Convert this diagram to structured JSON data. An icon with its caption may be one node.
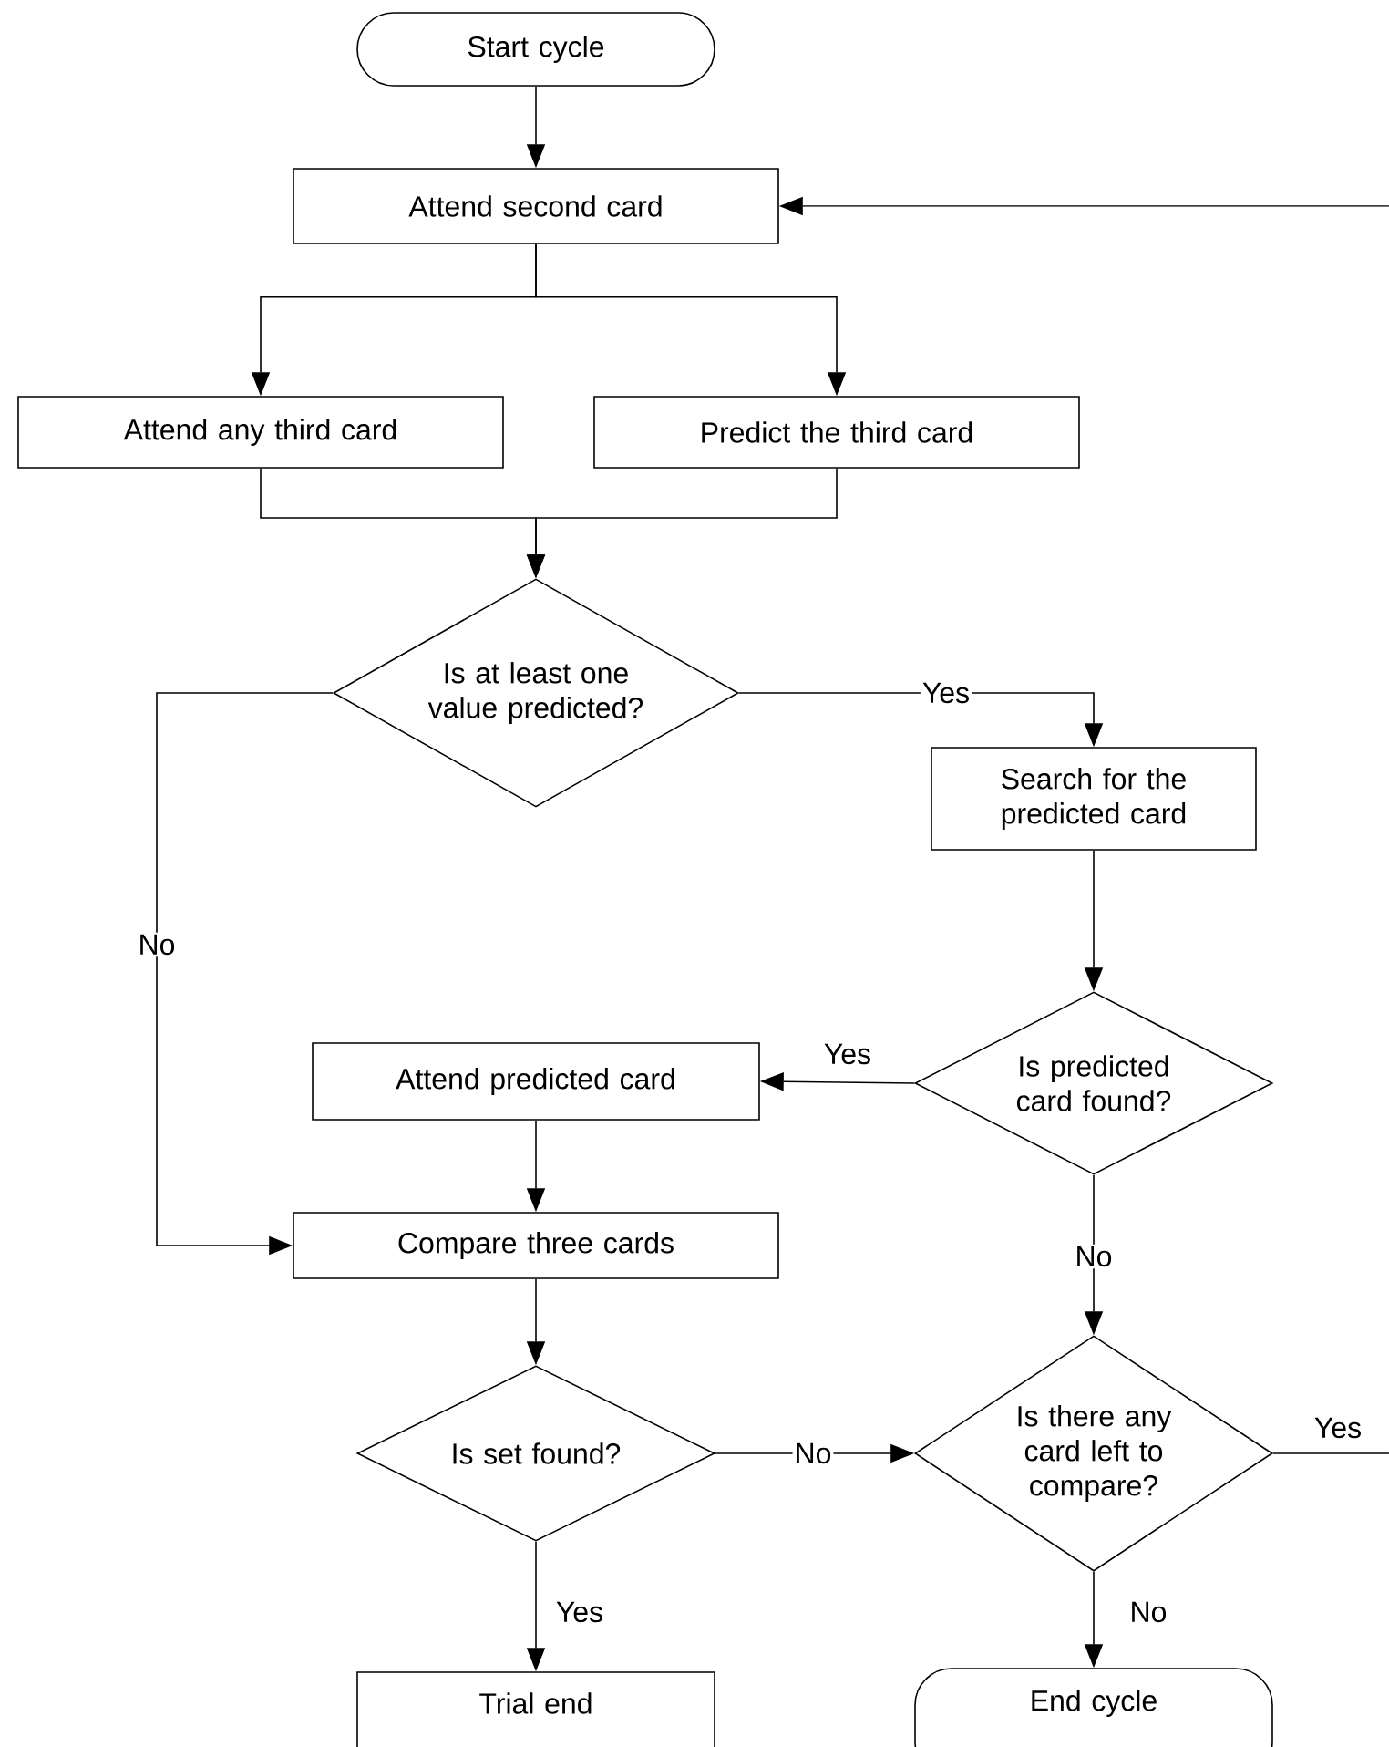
{
  "diagram": {
    "nodes": [
      {
        "text": [
          "Start cycle"
        ]
      },
      {
        "text": [
          "Attend second card"
        ]
      },
      {
        "text": [
          "Attend any third card"
        ]
      },
      {
        "text": [
          "Predict the third card"
        ]
      },
      {
        "text": [
          "Is at least one value predicted?"
        ]
      },
      {
        "text": [
          "Search for the predicted card"
        ]
      },
      {
        "text": [
          "Is predicted card found?"
        ]
      },
      {
        "text": [
          "Attend predicted card"
        ]
      },
      {
        "text": [
          "Compare three cards"
        ]
      },
      {
        "text": [
          "Is set found?"
        ]
      },
      {
        "text": [
          "Is there any card left to compare?"
        ]
      },
      {
        "text": [
          "Trial end"
        ]
      },
      {
        "text": [
          "End cycle"
        ]
      }
    ],
    "edges": [
      {
        "from": 0,
        "to": 1,
        "arrow": "to"
      },
      {
        "from": 1,
        "to": 2,
        "arrow": "to"
      },
      {
        "from": 1,
        "to": 3,
        "arrow": "to"
      },
      {
        "from": 2,
        "to": 4,
        "arrow": "to"
      },
      {
        "from": 3,
        "to": 4,
        "arrow": "to"
      },
      {
        "from": 4,
        "to": 5,
        "arrow": "to",
        "label": "Yes"
      },
      {
        "from": 4,
        "to": 8,
        "arrow": "to",
        "label": "No"
      },
      {
        "from": 5,
        "to": 6,
        "arrow": "to"
      },
      {
        "from": 6,
        "to": 7,
        "arrow": "to",
        "label": "Yes"
      },
      {
        "from": 6,
        "to": 10,
        "arrow": "to",
        "label": "No"
      },
      {
        "from": 7,
        "to": 8,
        "arrow": "to"
      },
      {
        "from": 8,
        "to": 9,
        "arrow": "to"
      },
      {
        "from": 9,
        "to": 10,
        "arrow": "to",
        "label": "No"
      },
      {
        "from": 9,
        "to": 11,
        "arrow": "to",
        "label": "Yes"
      },
      {
        "from": 10,
        "to": 12,
        "arrow": "to",
        "label": "No"
      },
      {
        "from": 10,
        "to": null,
        "arrow": "none",
        "label": "Yes"
      },
      {
        "from": null,
        "to": 1,
        "arrow": "to"
      }
    ]
  }
}
